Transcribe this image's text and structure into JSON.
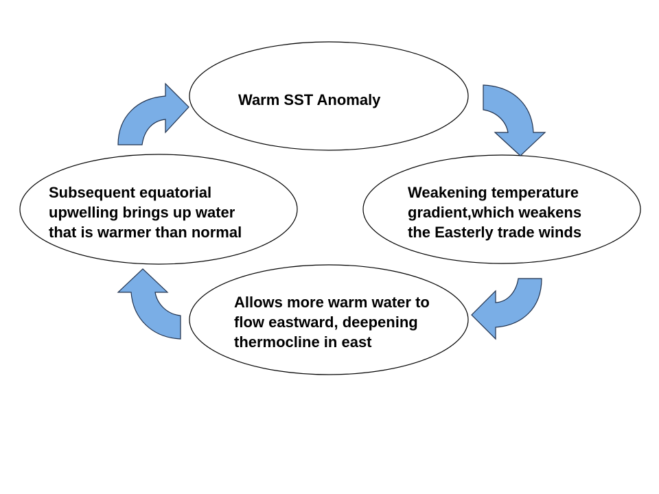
{
  "diagram": {
    "type": "cycle",
    "colors": {
      "background": "#ffffff",
      "ellipse_fill": "#ffffff",
      "ellipse_stroke": "#000000",
      "arrow_fill": "#7aaee6",
      "arrow_stroke": "#1f2f4a",
      "text": "#000000"
    },
    "nodes": [
      {
        "id": "warm-sst-anomaly",
        "position": "top",
        "lines": [
          "Warm SST Anomaly"
        ]
      },
      {
        "id": "weakening-gradient",
        "position": "right",
        "lines": [
          "Weakening temperature",
          "gradient,which weakens",
          "the Easterly trade winds"
        ]
      },
      {
        "id": "warm-water-eastward",
        "position": "bottom",
        "lines": [
          "Allows more warm water to",
          "flow eastward, deepening",
          "thermocline in east"
        ]
      },
      {
        "id": "equatorial-upwelling",
        "position": "left",
        "lines": [
          "Subsequent equatorial",
          "upwelling brings up water",
          "that is warmer than normal"
        ]
      }
    ],
    "edges": [
      {
        "from": "warm-sst-anomaly",
        "to": "weakening-gradient",
        "arrow": "curved-arrow-down"
      },
      {
        "from": "weakening-gradient",
        "to": "warm-water-eastward",
        "arrow": "curved-arrow-left"
      },
      {
        "from": "warm-water-eastward",
        "to": "equatorial-upwelling",
        "arrow": "curved-arrow-up"
      },
      {
        "from": "equatorial-upwelling",
        "to": "warm-sst-anomaly",
        "arrow": "curved-arrow-right"
      }
    ]
  }
}
